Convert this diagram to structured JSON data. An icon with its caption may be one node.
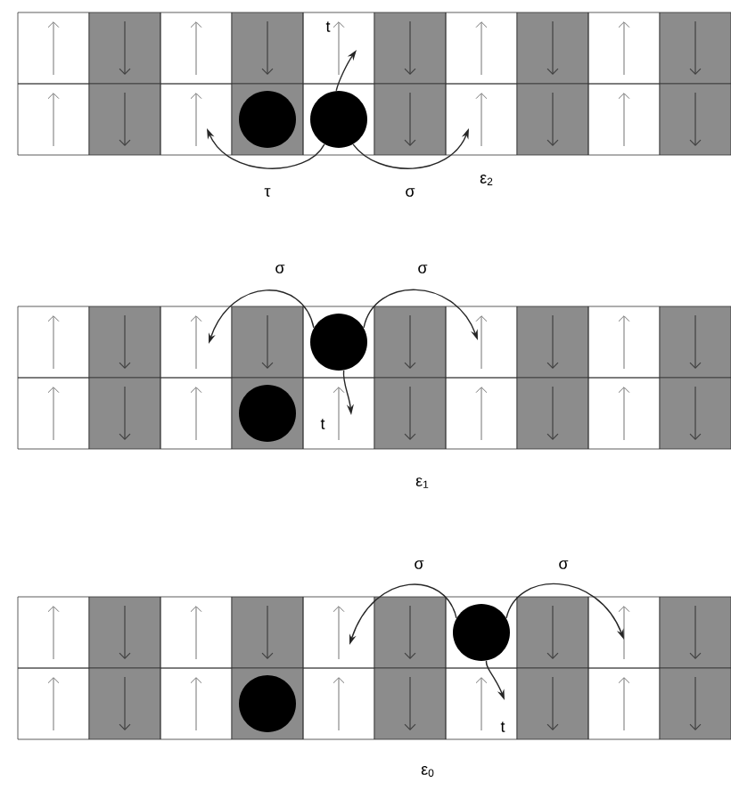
{
  "diagram": {
    "nodes": [
      {
        "text": [],
        "shape": "circle"
      },
      {
        "text": [],
        "shape": "circle"
      },
      {
        "text": [],
        "shape": "circle"
      },
      {
        "text": [],
        "shape": "circle"
      },
      {
        "text": [],
        "shape": "circle"
      },
      {
        "text": [],
        "shape": "circle"
      }
    ],
    "edges": [
      {
        "from": 1,
        "to": null,
        "arrow": "to",
        "label": "τ"
      },
      {
        "from": 1,
        "to": null,
        "arrow": "to",
        "label": "σ"
      },
      {
        "from": 1,
        "to": null,
        "arrow": "to",
        "label": "t"
      },
      {
        "from": 2,
        "to": null,
        "arrow": "to",
        "label": "σ"
      },
      {
        "from": 2,
        "to": null,
        "arrow": "to",
        "label": "σ"
      },
      {
        "from": 2,
        "to": null,
        "arrow": "to",
        "label": "t"
      },
      {
        "from": 4,
        "to": null,
        "arrow": "to",
        "label": "σ"
      },
      {
        "from": 4,
        "to": null,
        "arrow": "to",
        "label": "σ"
      },
      {
        "from": 4,
        "to": null,
        "arrow": "to",
        "label": "t"
      }
    ],
    "labels": [
      "ε$_{2}$",
      "ε$_{1}$",
      "ε$_{0}$"
    ]
  }
}
